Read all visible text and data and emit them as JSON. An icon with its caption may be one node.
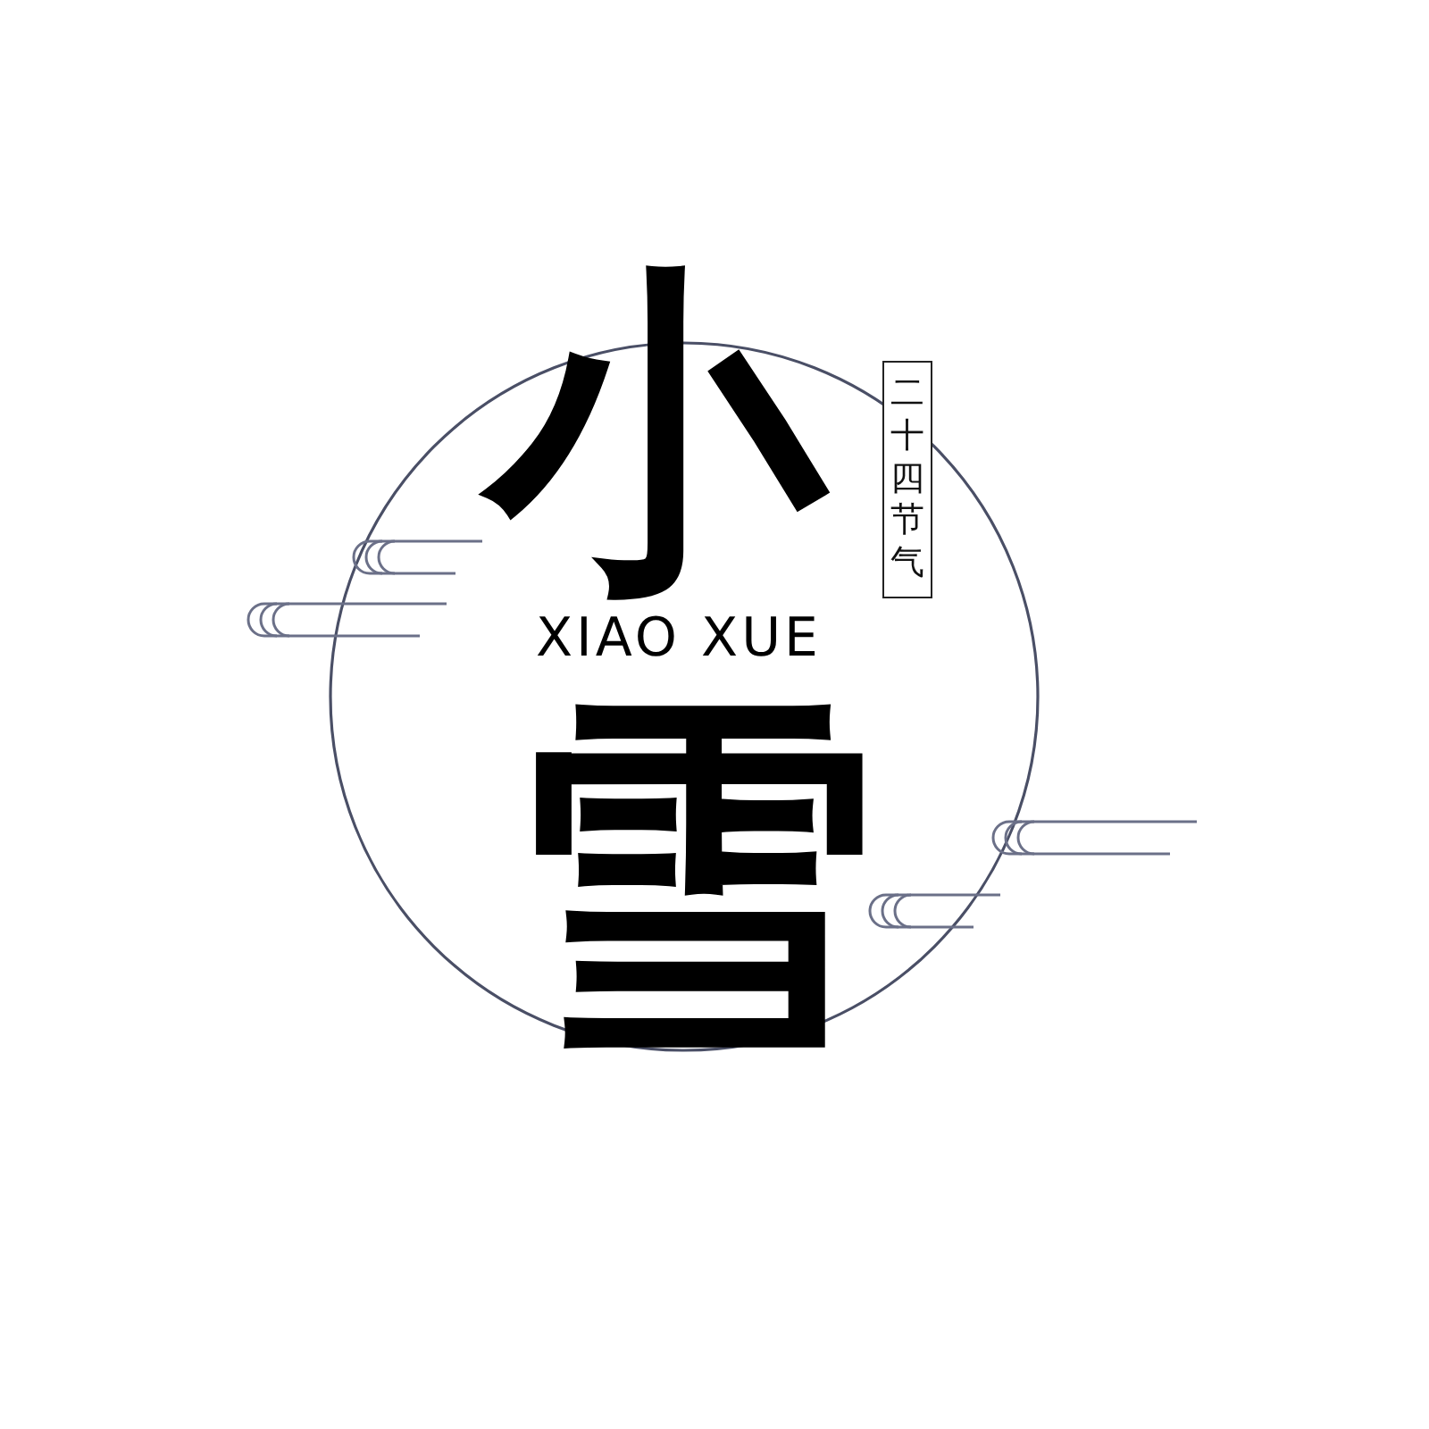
{
  "diagram": {
    "nodes": [
      {
        "text": [
          "二十四节气"
        ]
      }
    ],
    "labels": [
      "小",
      "XIAO XUE",
      "雪"
    ]
  }
}
